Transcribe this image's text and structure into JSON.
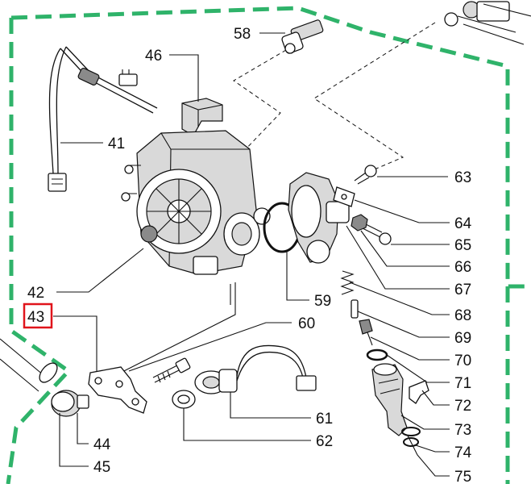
{
  "callouts": {
    "c58": "58",
    "c46": "46",
    "c41": "41",
    "c42": "42",
    "c43": "43",
    "c44": "44",
    "c45": "45",
    "c59": "59",
    "c60": "60",
    "c61": "61",
    "c62": "62",
    "c63": "63",
    "c64": "64",
    "c65": "65",
    "c66": "66",
    "c67": "67",
    "c68": "68",
    "c69": "69",
    "c70": "70",
    "c71": "71",
    "c72": "72",
    "c73": "73",
    "c74": "74",
    "c75": "75"
  },
  "highlighted_callout": "43",
  "colors": {
    "border": "#2fb36a",
    "highlight": "#e0141b",
    "ink": "#111111"
  }
}
